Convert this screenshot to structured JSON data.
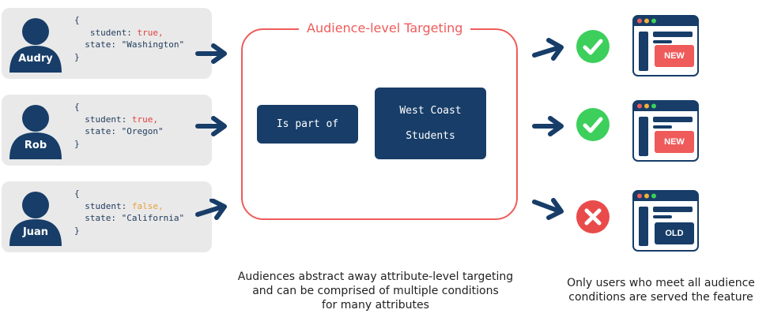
{
  "users": [
    {
      "name": "Audry",
      "code_open": "{",
      "code_key1": "student:",
      "code_val1": "true,",
      "code_line2": "state: \"Washington\"",
      "code_close": "}"
    },
    {
      "name": "Rob",
      "code_open": "{",
      "code_key1": "student:",
      "code_val1": "true,",
      "code_line2": "state: \"Oregon\"",
      "code_close": "}"
    },
    {
      "name": "Juan",
      "code_open": "{",
      "code_key1": "student:",
      "code_val1": "false,",
      "code_line2": "state: \"California\"",
      "code_close": "}"
    }
  ],
  "targeting": {
    "title": "Audience-level Targeting",
    "condition": "Is part of",
    "audience_line1": "West Coast",
    "audience_line2": "Students"
  },
  "results": [
    {
      "status": "check",
      "badge": "NEW"
    },
    {
      "status": "check",
      "badge": "NEW"
    },
    {
      "status": "cross",
      "badge": "OLD"
    }
  ],
  "captions": {
    "left_line1": "Audiences abstract away attribute-level targeting",
    "left_line2": "and can be comprised of multiple conditions",
    "left_line3": "for many attributes",
    "right_line1": "Only users who meet all audience",
    "right_line2": "conditions are served the feature"
  },
  "colors": {
    "navy": "#173d68",
    "accent_red": "#ef5b5b",
    "green": "#3ccf5c",
    "code_true": "#e0413d",
    "code_false": "#e8a23a"
  },
  "icons": [
    "person-icon",
    "arrow-right-icon",
    "check-circle-icon",
    "cross-circle-icon",
    "browser-window-icon"
  ]
}
